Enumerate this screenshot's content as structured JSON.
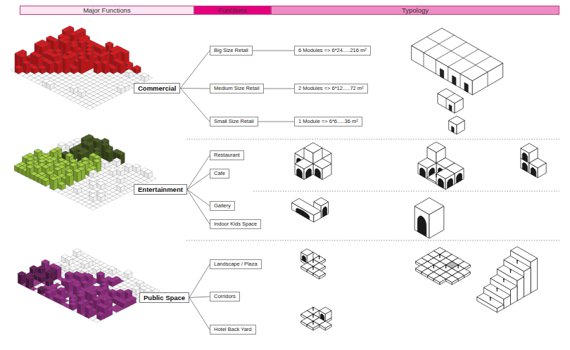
{
  "diagram": {
    "nodes": [
      {
        "text": [
          "Major Functions"
        ]
      },
      {
        "text": [
          "Functions"
        ]
      },
      {
        "text": [
          "Typology"
        ]
      },
      {
        "text": [
          "Commercial"
        ]
      },
      {
        "text": [
          "Big Size Retail"
        ]
      },
      {
        "text": [
          "6 Modules => 6*24.....216 m²"
        ]
      },
      {
        "text": [
          "Medium Size Retail"
        ]
      },
      {
        "text": [
          "2 Modules => 6*12.....72 m²"
        ]
      },
      {
        "text": [
          "Small Size Retail"
        ]
      },
      {
        "text": [
          "1 Module => 6*6.....36 m²"
        ]
      },
      {
        "text": [
          "Entertainment"
        ]
      },
      {
        "text": [
          "Restaurant"
        ]
      },
      {
        "text": [
          "Cafe"
        ]
      },
      {
        "text": [
          "Gallery"
        ]
      },
      {
        "text": [
          "Indoor Kids Space"
        ]
      },
      {
        "text": [
          "Public Space"
        ]
      },
      {
        "text": [
          "Landscape / Plaza"
        ]
      },
      {
        "text": [
          "Corridors"
        ]
      },
      {
        "text": [
          "Hotel Back Yard"
        ]
      }
    ],
    "edges": [
      {
        "from": 3,
        "to": 4,
        "arrow": "none"
      },
      {
        "from": 3,
        "to": 6,
        "arrow": "none"
      },
      {
        "from": 3,
        "to": 8,
        "arrow": "none"
      },
      {
        "from": 4,
        "to": 5,
        "arrow": "none"
      },
      {
        "from": 6,
        "to": 7,
        "arrow": "none"
      },
      {
        "from": 8,
        "to": 9,
        "arrow": "none"
      },
      {
        "from": 10,
        "to": 11,
        "arrow": "none"
      },
      {
        "from": 10,
        "to": 12,
        "arrow": "none"
      },
      {
        "from": 10,
        "to": 13,
        "arrow": "none"
      },
      {
        "from": 10,
        "to": 14,
        "arrow": "none"
      },
      {
        "from": 15,
        "to": 16,
        "arrow": "none"
      },
      {
        "from": 15,
        "to": 17,
        "arrow": "none"
      },
      {
        "from": 15,
        "to": 18,
        "arrow": "none"
      }
    ]
  }
}
